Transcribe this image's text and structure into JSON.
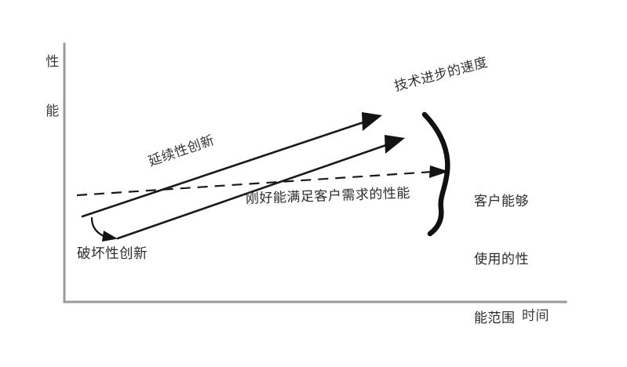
{
  "figure": {
    "background_color": "#ffffff",
    "axis_color": "#9a9a9a",
    "ink_color": "#1a1a1a"
  },
  "axes": {
    "y_label_chars": [
      "性",
      "能"
    ],
    "y_label_text": "性能",
    "x_label_text": "时间"
  },
  "annotations": {
    "tech_speed": "技术进步的速度",
    "sustaining_innovation": "延续性创新",
    "disruptive_innovation": "破坏性创新",
    "just_enough_performance": "刚好能满足客户需求的性能",
    "customer_range_lines": [
      "客户能够",
      "使用的性",
      "能范围"
    ],
    "customer_range_text": "客户能够使用的性能范围"
  },
  "chart_data": {
    "type": "line",
    "title": "",
    "xlabel": "时间",
    "ylabel": "性能",
    "grid": false,
    "legend": "none",
    "series": [
      {
        "name": "延续性创新",
        "style": "solid-arrow",
        "note": "上方实线箭头，代表既有企业的延续性创新轨迹",
        "points": [
          [
            105,
            275
          ],
          [
            483,
            148
          ]
        ]
      },
      {
        "name": "破坏性创新",
        "style": "solid-arrow",
        "note": "下方实线箭头，起点较低但斜率相近",
        "points": [
          [
            150,
            303
          ],
          [
            512,
            177
          ]
        ]
      },
      {
        "name": "刚好能满足客户需求的性能",
        "style": "dashed-arrow",
        "note": "虚线箭头，表示客户需求增长较慢",
        "points": [
          [
            98,
            248
          ],
          [
            568,
            218
          ]
        ]
      }
    ],
    "markers": [
      {
        "name": "客户能够使用的性能范围",
        "style": "s-brace",
        "note": "右侧手绘S形括号，标示客户可使用的性能区间",
        "span_y": [
          145,
          297
        ],
        "x": 555
      },
      {
        "name": "破坏性创新指示钩",
        "style": "curved-arrow",
        "from": [
          118,
          279
        ],
        "to": [
          149,
          304
        ]
      }
    ]
  }
}
